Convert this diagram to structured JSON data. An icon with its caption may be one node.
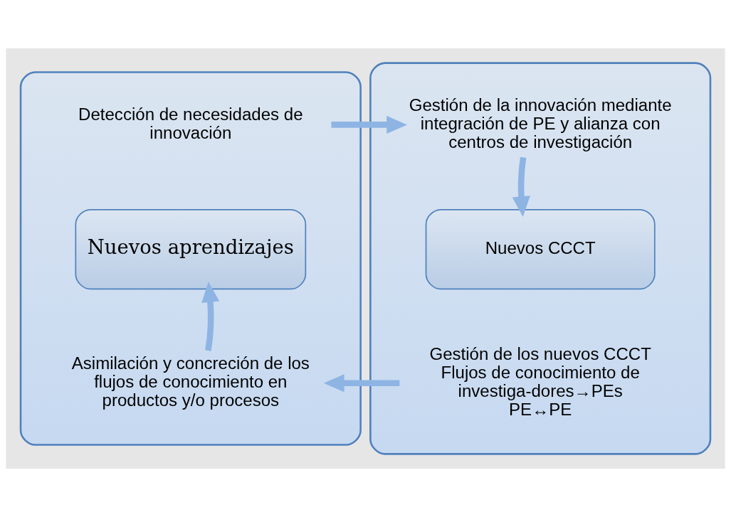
{
  "diagram": {
    "nodes": [
      {
        "text": [],
        "shape": "box"
      },
      {
        "text": [],
        "shape": "box"
      },
      {
        "text": [
          "Nuevos aprendizajes"
        ],
        "in": 0
      },
      {
        "text": [
          "Nuevos CCCT"
        ],
        "in": 1
      },
      {
        "text": [
          "Detección de necesidades de innovación"
        ],
        "in": 0
      },
      {
        "text": [
          "Gestión de la innovación mediante integración de PE y alianza con centros de investigación"
        ],
        "in": 1
      },
      {
        "text": [
          "Gestión de los nuevos CCCT",
          "Flujos de conocimiento de investiga-dores→PEs",
          "PE↔PE"
        ],
        "in": 1
      },
      {
        "text": [
          "Asimilación y concreción de los flujos de conocimiento en productos y/o procesos"
        ],
        "in": 0
      }
    ],
    "edges": [
      {
        "from": 4,
        "to": 5,
        "arrow": "to"
      },
      {
        "from": 5,
        "to": 3,
        "arrow": "to"
      },
      {
        "from": 6,
        "to": 7,
        "arrow": "to"
      },
      {
        "from": 7,
        "to": 2,
        "arrow": "to"
      }
    ]
  }
}
